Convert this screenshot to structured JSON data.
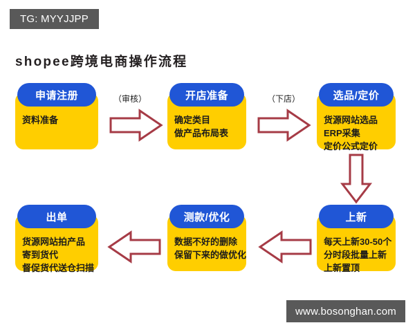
{
  "watermarks": {
    "tg_tag": "TG: MYYJJPP",
    "site": "www.bosonghan.com"
  },
  "diagram": {
    "title": "shopee跨境电商操作流程",
    "colors": {
      "header_blue": "#2056D6",
      "body_yellow": "#FFCE00",
      "arrow_stroke": "#A63B46",
      "watermark_gray": "#595959",
      "text_dark": "#1b1b1b"
    },
    "nodes": [
      {
        "id": "apply-register",
        "header": "申请注册",
        "lines": [
          "资料准备"
        ]
      },
      {
        "id": "shop-prep",
        "header": "开店准备",
        "lines": [
          "确定类目",
          "做产品布局表"
        ]
      },
      {
        "id": "select-pricing",
        "header": "选品/定价",
        "lines": [
          "货源网站选品",
          "ERP采集",
          "定价公式定价"
        ]
      },
      {
        "id": "new-listing",
        "header": "上新",
        "lines": [
          "每天上新30-50个",
          "分时段批量上新",
          "上新置顶"
        ]
      },
      {
        "id": "test-optimize",
        "header": "测款/优化",
        "lines": [
          "数据不好的删除",
          "保留下来的做优化"
        ]
      },
      {
        "id": "order-out",
        "header": "出单",
        "lines": [
          "货源网站拍产品",
          "寄到货代",
          "督促货代送仓扫描"
        ]
      }
    ],
    "arrows": [
      {
        "id": "arrow-apply-to-shop",
        "label": "（审核）",
        "direction": "right"
      },
      {
        "id": "arrow-shop-to-select",
        "label": "（下店）",
        "direction": "right"
      },
      {
        "id": "arrow-select-to-new",
        "label": "",
        "direction": "down"
      },
      {
        "id": "arrow-new-to-test",
        "label": "",
        "direction": "left"
      },
      {
        "id": "arrow-test-to-order",
        "label": "",
        "direction": "left"
      }
    ]
  }
}
